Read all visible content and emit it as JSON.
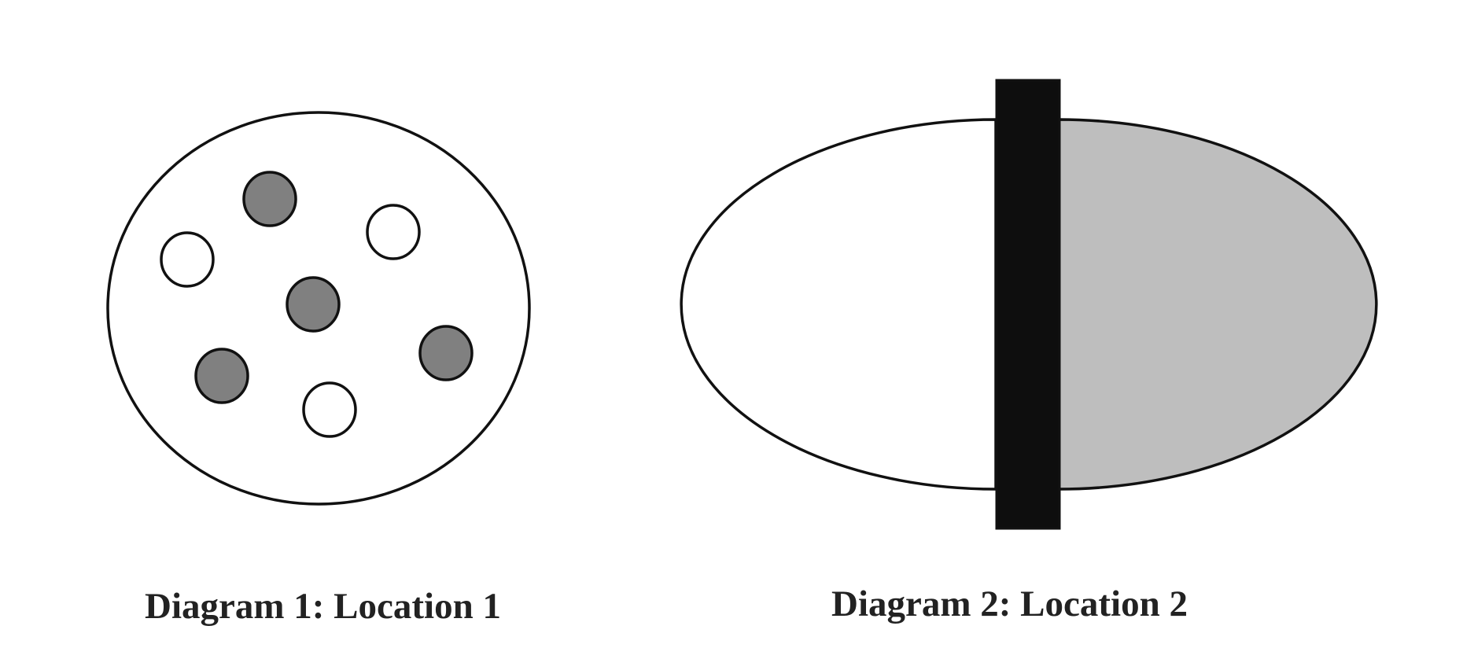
{
  "diagrams": [
    {
      "caption": "Diagram 1: Location 1",
      "particles": [
        {
          "fill": "dark"
        },
        {
          "fill": "light"
        },
        {
          "fill": "light"
        },
        {
          "fill": "dark"
        },
        {
          "fill": "dark"
        },
        {
          "fill": "dark"
        },
        {
          "fill": "light"
        }
      ]
    },
    {
      "caption": "Diagram 2: Location 2",
      "regions": [
        {
          "side": "left",
          "fill": "light"
        },
        {
          "side": "right",
          "fill": "shaded"
        }
      ],
      "barrier": {
        "fill": "black"
      }
    }
  ],
  "colors": {
    "outline": "#111111",
    "dark_particle": "#808080",
    "light_particle": "#ffffff",
    "shaded_region": "#bebebe",
    "barrier": "#0e0e0e",
    "caption": "#222222"
  }
}
